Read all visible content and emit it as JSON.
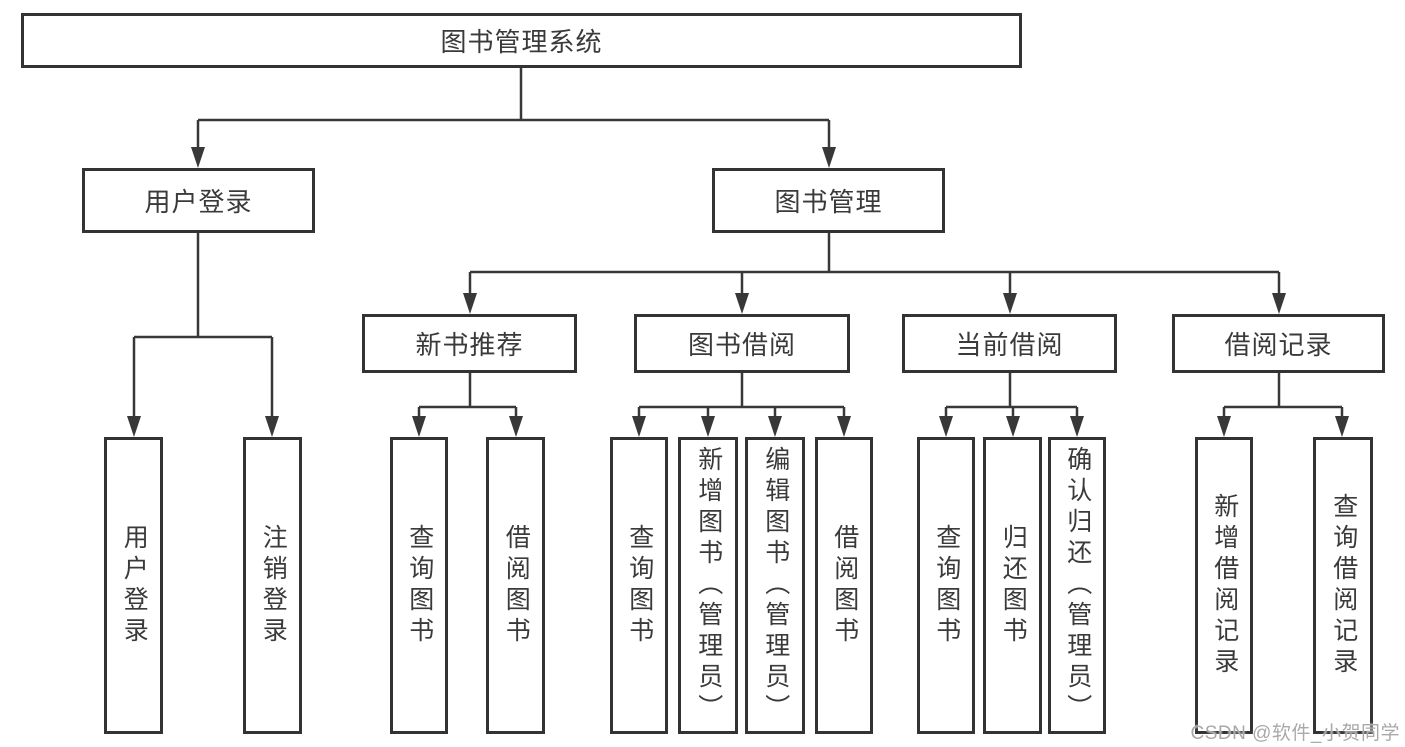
{
  "tree": {
    "root": {
      "label": "图书管理系统"
    },
    "branches": [
      {
        "label": "用户登录",
        "leaves": [
          "用户登录",
          "注销登录"
        ]
      },
      {
        "label": "图书管理",
        "sections": [
          {
            "label": "新书推荐",
            "leaves": [
              "查询图书",
              "借阅图书"
            ]
          },
          {
            "label": "图书借阅",
            "leaves": [
              "查询图书",
              "新增图书（管理员）",
              "编辑图书（管理员）",
              "借阅图书"
            ]
          },
          {
            "label": "当前借阅",
            "leaves": [
              "查询图书",
              "归还图书",
              "确认归还（管理员）"
            ]
          },
          {
            "label": "借阅记录",
            "leaves": [
              "新增借阅记录",
              "查询借阅记录"
            ]
          }
        ]
      }
    ]
  },
  "watermark": {
    "text": "CSDN @软件_小贺同学"
  },
  "colors": {
    "line": "#383838",
    "box_border": "#333333",
    "text": "#3a3a3a",
    "background": "#ffffff",
    "watermark": "#a9a9a9"
  }
}
